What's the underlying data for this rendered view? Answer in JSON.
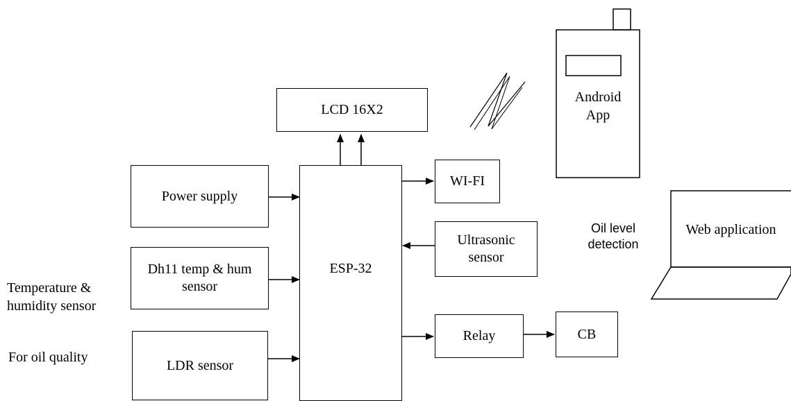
{
  "blocks": {
    "lcd": "LCD 16X2",
    "power_supply": "Power supply",
    "esp32": "ESP-32",
    "wifi": "WI-FI",
    "ultrasonic_line1": "Ultrasonic",
    "ultrasonic_line2": "sensor",
    "dht11_line1": "Dh11 temp & hum",
    "dht11_line2": "sensor",
    "ldr": "LDR sensor",
    "relay": "Relay",
    "cb": "CB",
    "android_line1": "Android",
    "android_line2": "App",
    "web_app": "Web application"
  },
  "annotations": {
    "temperature_line1": "Temperature &",
    "temperature_line2": "humidity sensor",
    "oil_quality": "For oil quality",
    "oil_level_line1": "Oil level",
    "oil_level_line2": "detection"
  }
}
